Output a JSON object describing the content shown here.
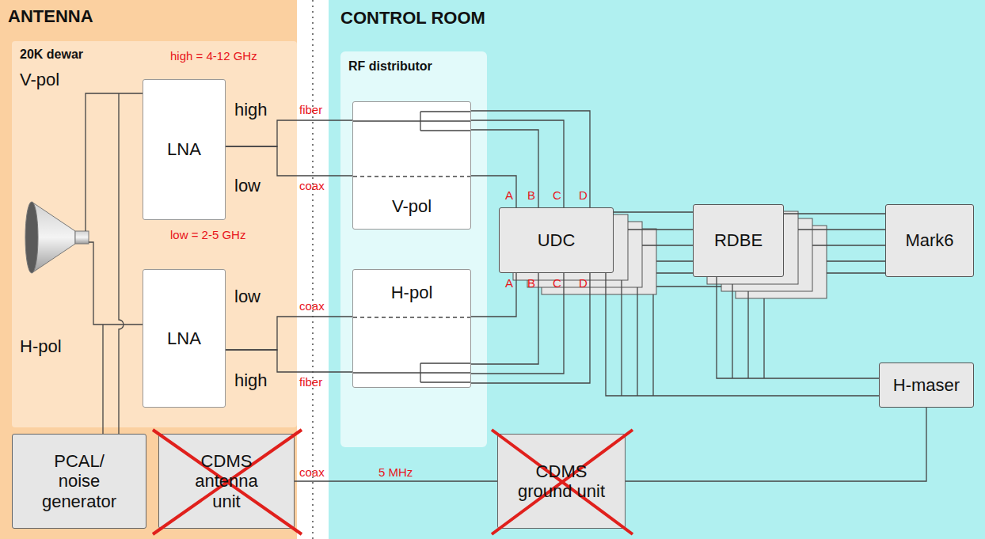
{
  "diagram": {
    "nodes": [
      {
        "text": [
          "ANTENNA"
        ]
      },
      {
        "text": [
          "20K dewar"
        ],
        "in": 0
      },
      {
        "text": [
          "LNA"
        ],
        "in": 1
      },
      {
        "text": [
          "LNA"
        ],
        "in": 1
      },
      {
        "text": [
          "PCAL/ noise generator"
        ],
        "in": 0
      },
      {
        "text": [
          "CDMS antenna unit"
        ],
        "in": 0
      },
      {
        "text": [
          "CONTROL ROOM"
        ]
      },
      {
        "text": [
          "RF distributor"
        ],
        "in": 6
      },
      {
        "text": [
          "V-pol"
        ],
        "in": 7
      },
      {
        "text": [
          "H-pol"
        ],
        "in": 7
      },
      {
        "text": [
          "UDC"
        ],
        "in": 6
      },
      {
        "text": [
          "RDBE"
        ],
        "in": 6
      },
      {
        "text": [
          "Mark6"
        ],
        "in": 6
      },
      {
        "text": [
          "H-maser"
        ],
        "in": 6
      },
      {
        "text": [
          "CDMS ground unit"
        ],
        "in": 6
      }
    ],
    "edges": [
      {
        "from": 2,
        "to": 8,
        "arrow": "none",
        "label": "fiber"
      },
      {
        "from": 2,
        "to": 8,
        "arrow": "none",
        "label": "coax"
      },
      {
        "from": 3,
        "to": 9,
        "arrow": "none",
        "label": "coax"
      },
      {
        "from": 3,
        "to": 9,
        "arrow": "none",
        "label": "fiber"
      },
      {
        "from": 8,
        "to": 10,
        "arrow": "none"
      },
      {
        "from": 9,
        "to": 10,
        "arrow": "none"
      },
      {
        "from": 10,
        "to": 11,
        "arrow": "none"
      },
      {
        "from": 11,
        "to": 12,
        "arrow": "none"
      },
      {
        "from": 13,
        "to": 11,
        "arrow": "none"
      },
      {
        "from": 13,
        "to": 10,
        "arrow": "none"
      },
      {
        "from": 5,
        "to": 14,
        "arrow": "none",
        "label": "coax"
      },
      {
        "from": 14,
        "to": 13,
        "arrow": "none"
      }
    ],
    "labels": [
      "high = 4-12 GHz",
      "low = 2-5 GHz",
      "V-pol",
      "H-pol",
      "high",
      "low",
      "low",
      "high",
      "A",
      "B",
      "C",
      "D",
      "A",
      "B",
      "C",
      "D",
      "5 MHz"
    ]
  }
}
